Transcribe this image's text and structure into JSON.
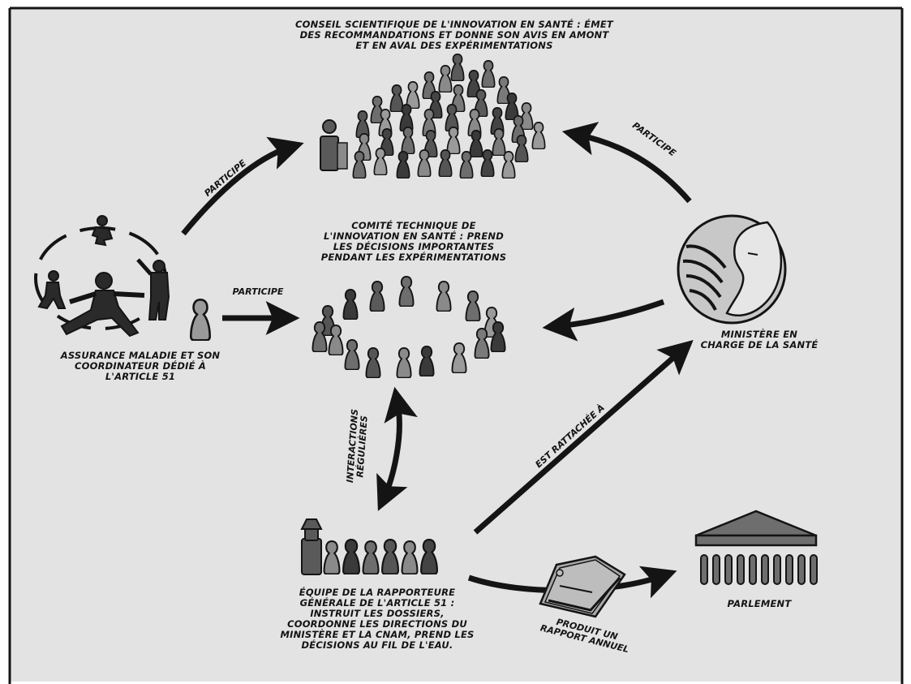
{
  "nodes": {
    "conseil": {
      "label": "CONSEIL SCIENTIFIQUE DE L'INNOVATION EN SANTÉ : ÉMET\nDES RECOMMANDATIONS ET DONNE SON AVIS EN AMONT\nET EN AVAL DES EXPÉRIMENTATIONS"
    },
    "comite": {
      "label": "COMITÉ TECHNIQUE DE\nL'INNOVATION EN SANTÉ : PREND\nLES DÉCISIONS IMPORTANTES\nPENDANT LES EXPÉRIMENTATIONS"
    },
    "assurance": {
      "label": "ASSURANCE MALADIE ET SON\nCOORDINATEUR DÉDIÉ À\nL'ARTICLE 51"
    },
    "ministere": {
      "label": "MINISTÈRE EN\nCHARGE DE LA SANTÉ"
    },
    "equipe": {
      "label": "ÉQUIPE DE LA RAPPORTEURE\nGÉNÉRALE DE L'ARTICLE 51 :\nINSTRUIT LES DOSSIERS,\nCOORDONNE LES DIRECTIONS DU\nMINISTÈRE ET LA CNAM, PREND LES\nDÉCISIONS AU FIL DE L'EAU."
    },
    "parlement": {
      "label": "PARLEMENT"
    }
  },
  "edges": {
    "assurance_conseil": {
      "label": "PARTICIPE"
    },
    "assurance_comite": {
      "label": "PARTICIPE"
    },
    "ministere_conseil": {
      "label": "PARTICIPE"
    },
    "comite_equipe": {
      "label": "INTERACTIONS\nRÉGULIÈRES"
    },
    "equipe_ministere": {
      "label": "EST RATTACHÉE À"
    },
    "equipe_parlement": {
      "label": "PRODUIT UN\nRAPPORT ANNUEL"
    }
  },
  "colors": {
    "ink": "#141414",
    "dark_figure": "#3a3a3a",
    "mid_figure": "#6e6e6e",
    "light_figure": "#9a9a9a",
    "report": "#a9a9a9"
  }
}
